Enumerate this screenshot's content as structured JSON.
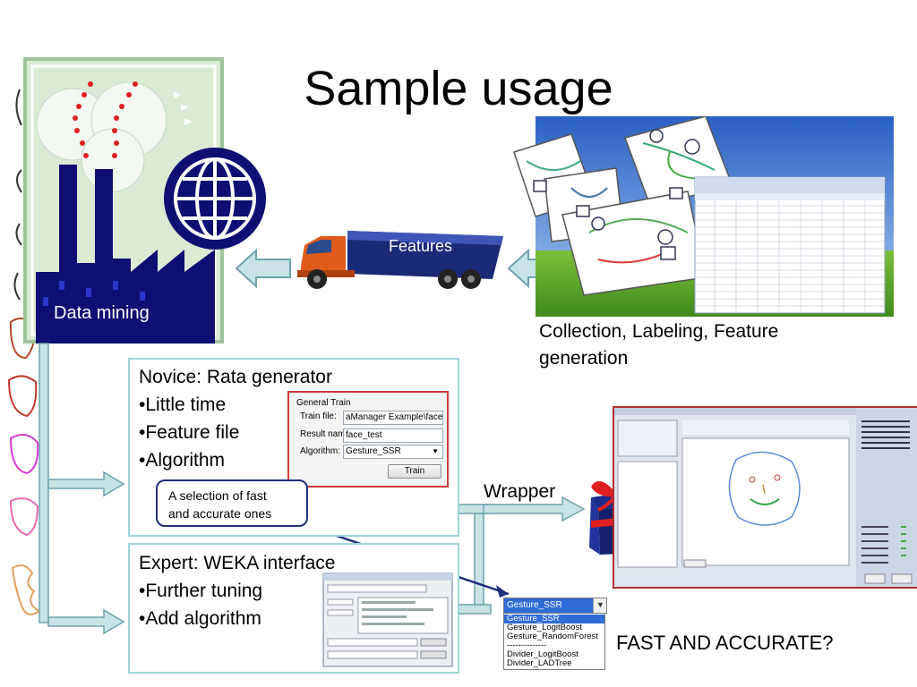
{
  "slide": {
    "title": "Sample usage"
  },
  "factory": {
    "label": "Data mining"
  },
  "truck": {
    "label": "Features"
  },
  "collection": {
    "caption_line1": "Collection, Labeling, Feature",
    "caption_line2": "generation"
  },
  "novice": {
    "heading": "Novice: Rata generator",
    "bullets": [
      "•Little time",
      "•Feature file",
      "•Algorithm"
    ]
  },
  "general_train": {
    "group_title": "General Train",
    "train_file_label": "Train file:",
    "train_file_value": "aManager Example\\face.csv",
    "result_name_label": "Result name:",
    "result_name_value": "face_test",
    "algorithm_label": "Algorithm:",
    "algorithm_value": "Gesture_SSR",
    "train_button": "Train"
  },
  "callout": {
    "line1": "A selection of fast",
    "line2": "and accurate ones"
  },
  "expert": {
    "heading": "Expert: WEKA interface",
    "bullets": [
      "•Further tuning",
      "•Add algorithm"
    ]
  },
  "wrapper": {
    "label": "Wrapper"
  },
  "dropdown": {
    "selected": "Gesture_SSR",
    "options": [
      "Gesture_SSR",
      "Gesture_LogitBoost",
      "Gesture_RandomForest",
      "--------------",
      "Divider_LogitBoost",
      "Divider_LADTree"
    ]
  },
  "footer": {
    "fast_accurate": "FAST AND ACCURATE?"
  },
  "colors": {
    "navy": "#0d0f73",
    "arrow_fill": "#c9e2e6",
    "arrow_stroke": "#6fa3ad",
    "box_border": "#9fd3d9",
    "highlight_red": "#d23a3a"
  }
}
